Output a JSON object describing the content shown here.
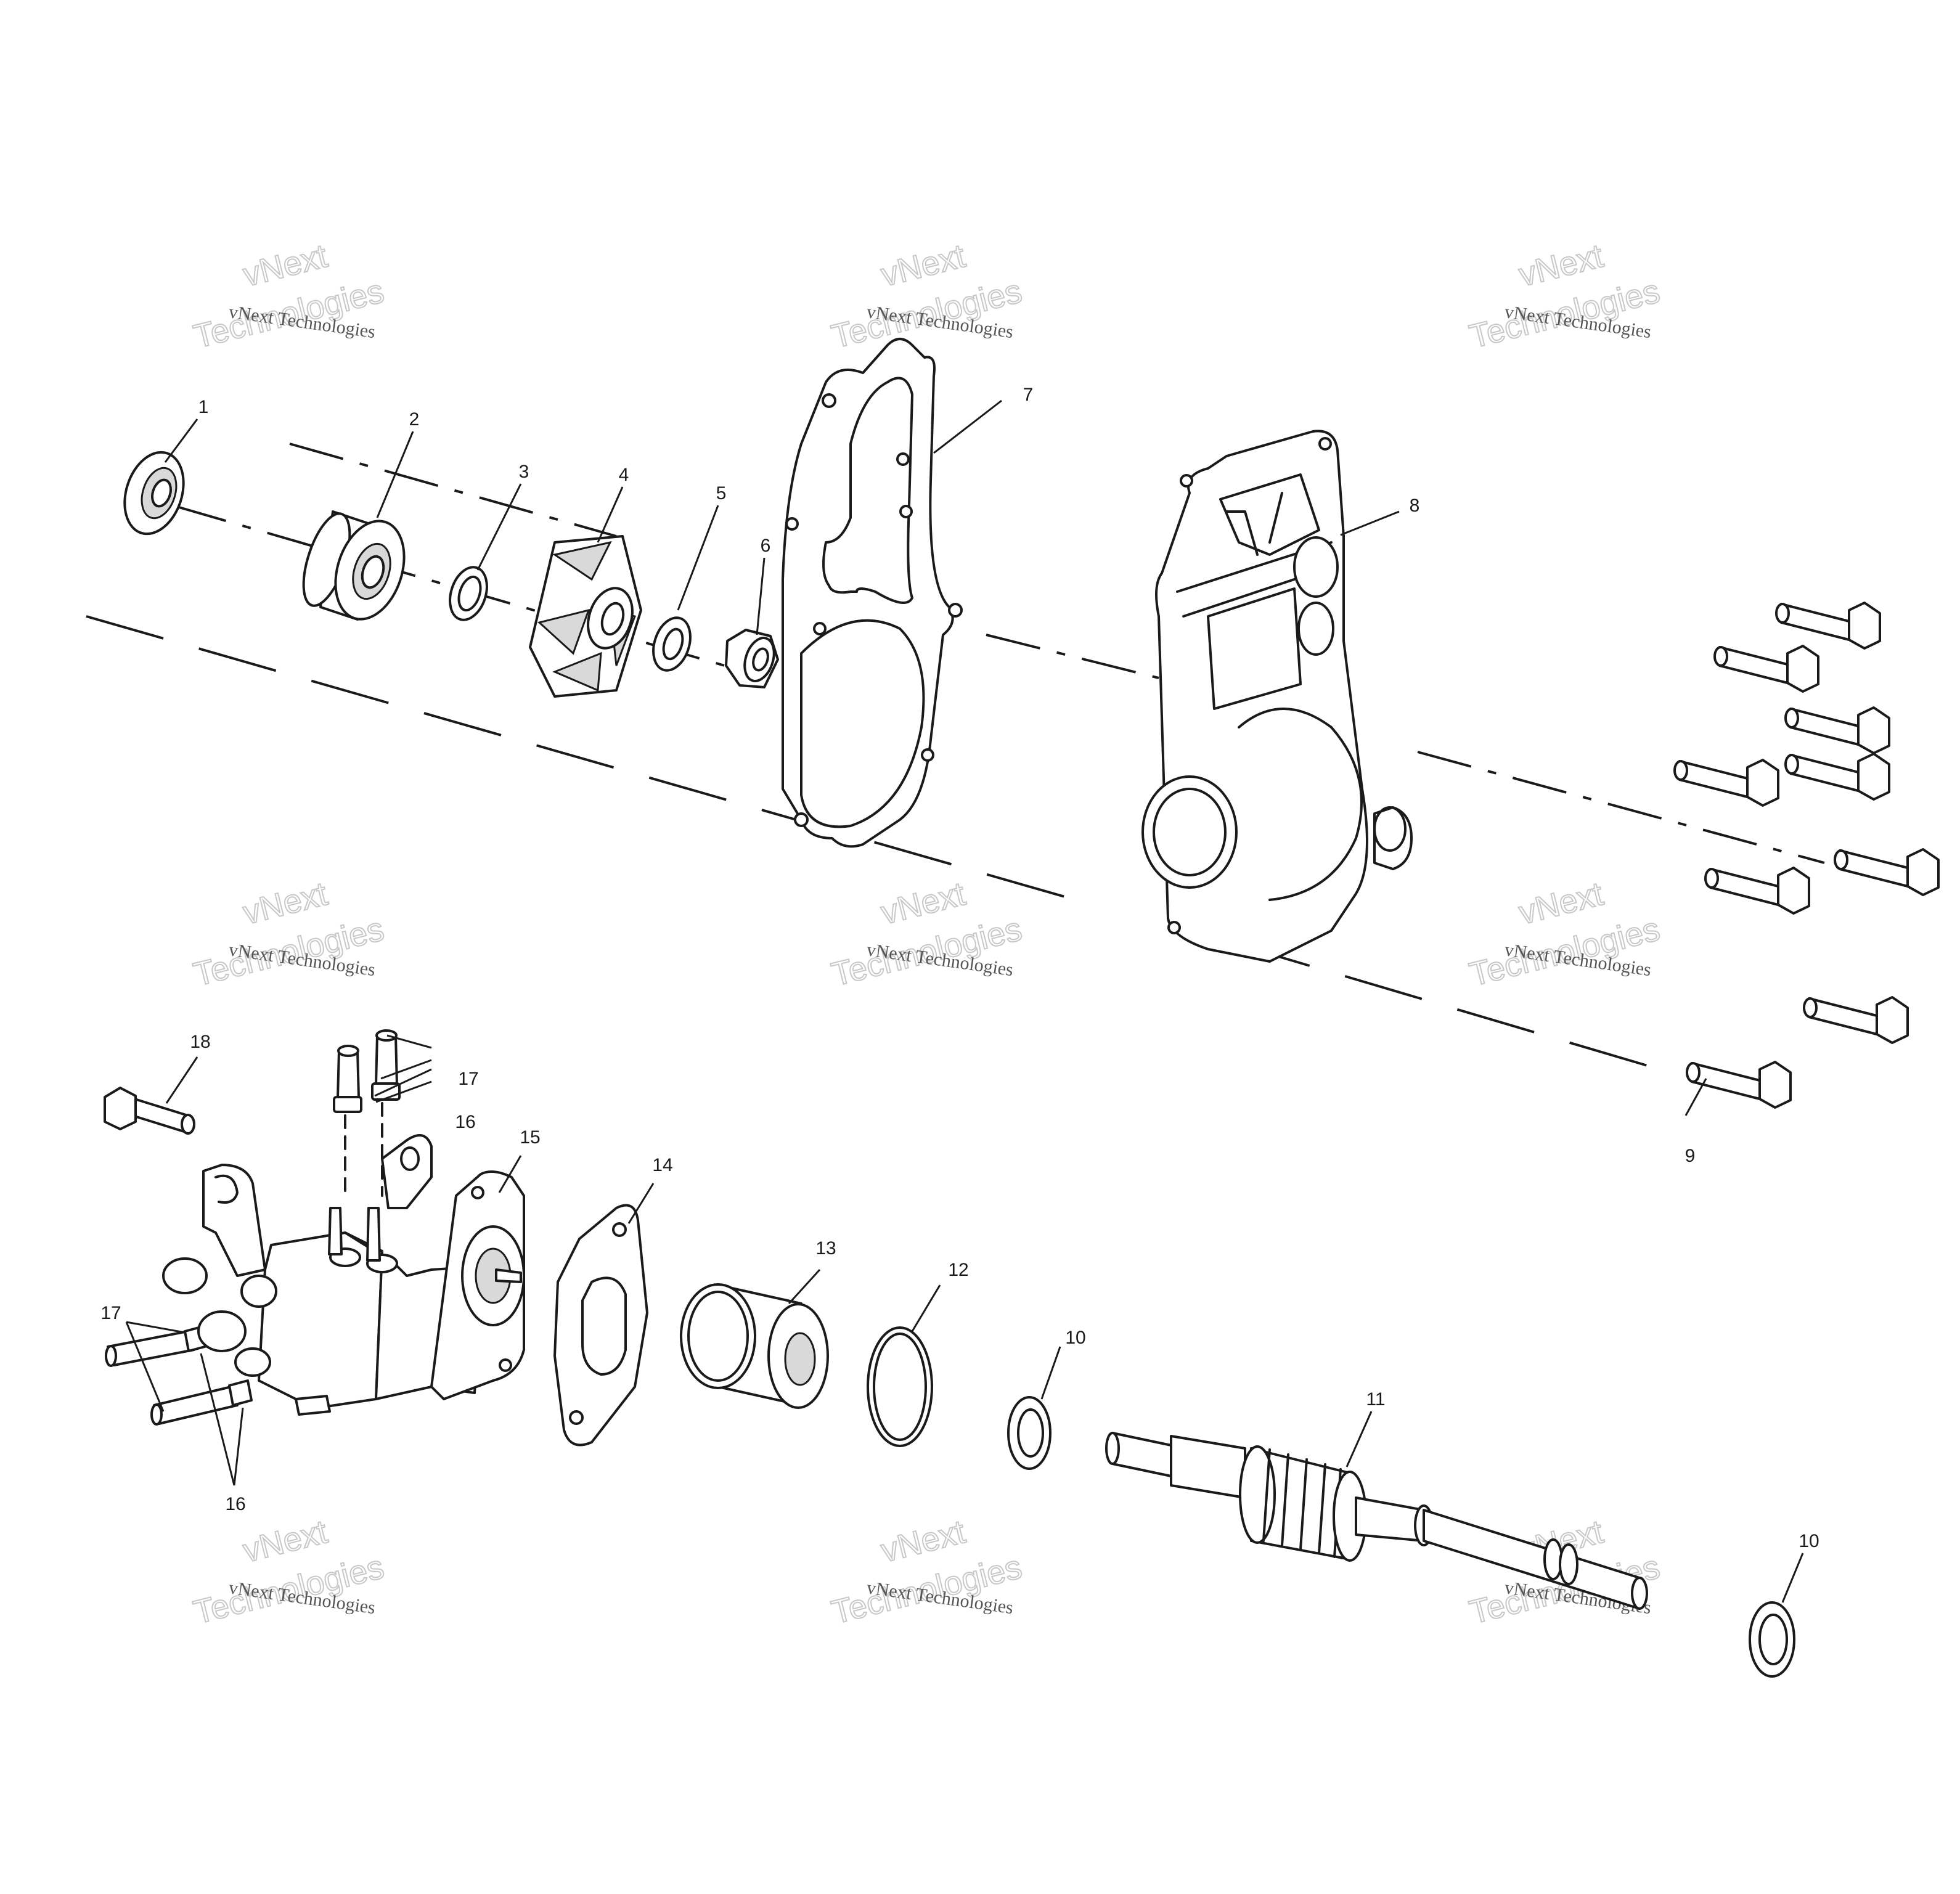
{
  "callouts": [
    {
      "id": "1",
      "label": "1"
    },
    {
      "id": "2",
      "label": "2"
    },
    {
      "id": "3",
      "label": "3"
    },
    {
      "id": "4",
      "label": "4"
    },
    {
      "id": "5",
      "label": "5"
    },
    {
      "id": "6",
      "label": "6"
    },
    {
      "id": "7",
      "label": "7"
    },
    {
      "id": "8",
      "label": "8"
    },
    {
      "id": "9",
      "label": "9"
    },
    {
      "id": "10a",
      "label": "10"
    },
    {
      "id": "10b",
      "label": "10"
    },
    {
      "id": "11",
      "label": "11"
    },
    {
      "id": "12",
      "label": "12"
    },
    {
      "id": "13",
      "label": "13"
    },
    {
      "id": "14",
      "label": "14"
    },
    {
      "id": "15",
      "label": "15"
    },
    {
      "id": "16a",
      "label": "16"
    },
    {
      "id": "16b",
      "label": "16"
    },
    {
      "id": "17a",
      "label": "17"
    },
    {
      "id": "17b",
      "label": "17"
    },
    {
      "id": "18",
      "label": "18"
    }
  ],
  "watermark": {
    "small_text": "vNext Technologies",
    "big_line1": "vNext",
    "big_line2": "Technologies"
  }
}
